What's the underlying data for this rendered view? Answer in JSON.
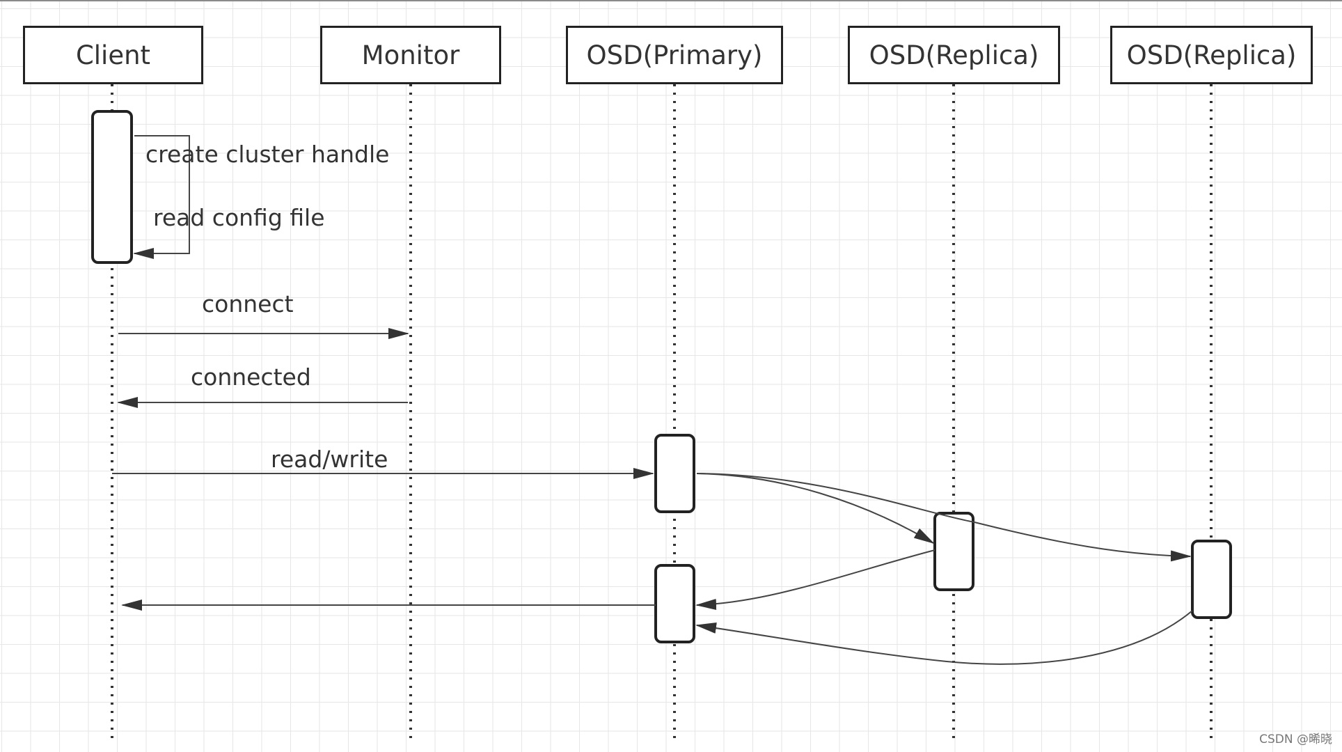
{
  "actors": {
    "client": "Client",
    "monitor": "Monitor",
    "osd_primary": "OSD(Primary)",
    "osd_replica_1": "OSD(Replica)",
    "osd_replica_2": "OSD(Replica)"
  },
  "messages": {
    "create_cluster_handle": "create cluster handle",
    "read_config_file": "read config file",
    "connect": "connect",
    "connected": "connected",
    "read_write": "read/write"
  },
  "watermark": "CSDN @晞晓",
  "colors": {
    "line": "#444444",
    "grid": "#e6e6e6",
    "border": "#222222"
  }
}
